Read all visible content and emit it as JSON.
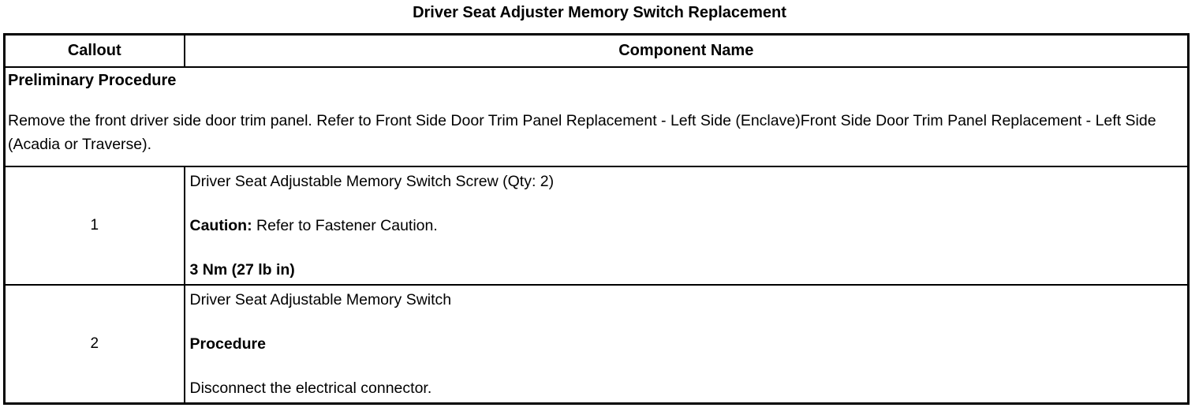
{
  "page_title": "Driver Seat Adjuster Memory Switch Replacement",
  "table": {
    "headers": {
      "callout": "Callout",
      "component": "Component Name"
    },
    "preliminary": {
      "heading": "Preliminary Procedure",
      "text": "Remove the front driver side door trim panel. Refer to Front Side Door Trim Panel Replacement - Left Side (Enclave)Front Side Door Trim Panel Replacement - Left Side (Acadia or Traverse)."
    },
    "rows": [
      {
        "callout": "1",
        "lines": [
          {
            "text": "Driver Seat Adjustable Memory Switch Screw (Qty: 2)"
          },
          {
            "prefix": "Caution:",
            "text": " Refer to Fastener Caution."
          },
          {
            "text": "3 Nm (27 lb in)"
          }
        ]
      },
      {
        "callout": "2",
        "lines": [
          {
            "text": "Driver Seat Adjustable Memory Switch"
          },
          {
            "text": "Procedure"
          },
          {
            "text": "Disconnect the electrical connector."
          }
        ]
      }
    ]
  },
  "colors": {
    "border": "#000000",
    "text": "#000000",
    "background": "#ffffff"
  }
}
